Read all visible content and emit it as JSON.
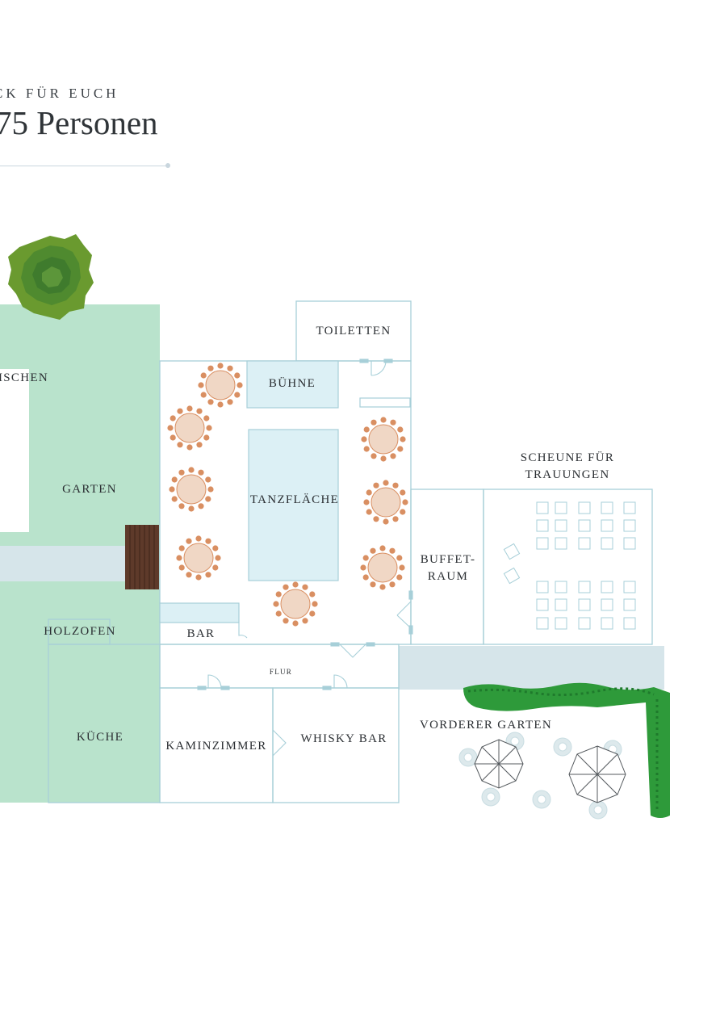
{
  "header": {
    "subtitle": "CK FÜR EUCH",
    "title": "75 Personen"
  },
  "rooms": {
    "toiletten": "TOILETTEN",
    "buehne": "BÜHNE",
    "tanzflaeche": "TANZFLÄCHE",
    "bar": "BAR",
    "holzofen": "HOLZOFEN",
    "garten": "GARTEN",
    "garden_partial": "ISCHEN",
    "buffet_line1": "BUFFET-",
    "buffet_line2": "RAUM",
    "scheune_line1": "SCHEUNE FÜR",
    "scheune_line2": "TRAUUNGEN",
    "flur": "FLUR",
    "kueche": "KÜCHE",
    "kaminzimmer": "KAMINZIMMER",
    "whisky_bar": "WHISKY BAR",
    "vorderer_garten": "VORDERER GARTEN"
  },
  "colors": {
    "garden_green": "#b9e3cc",
    "path_blue": "#d6e5ea",
    "room_fill": "#dcf0f5",
    "wall": "#a7cfd8",
    "table_fill": "#f0d7c5",
    "chair_fill": "#d98f62",
    "hedge": "#2e9a3a",
    "tree_outer": "#6a9a2f",
    "tree_inner": "#3f7b2d",
    "deck": "#5e3a2a",
    "furniture": "#dde9ec"
  },
  "icons": [
    "tree-icon",
    "hedge-icon",
    "umbrella-icon",
    "door-icon",
    "round-table-icon",
    "chair-icon",
    "bistro-table-icon"
  ]
}
